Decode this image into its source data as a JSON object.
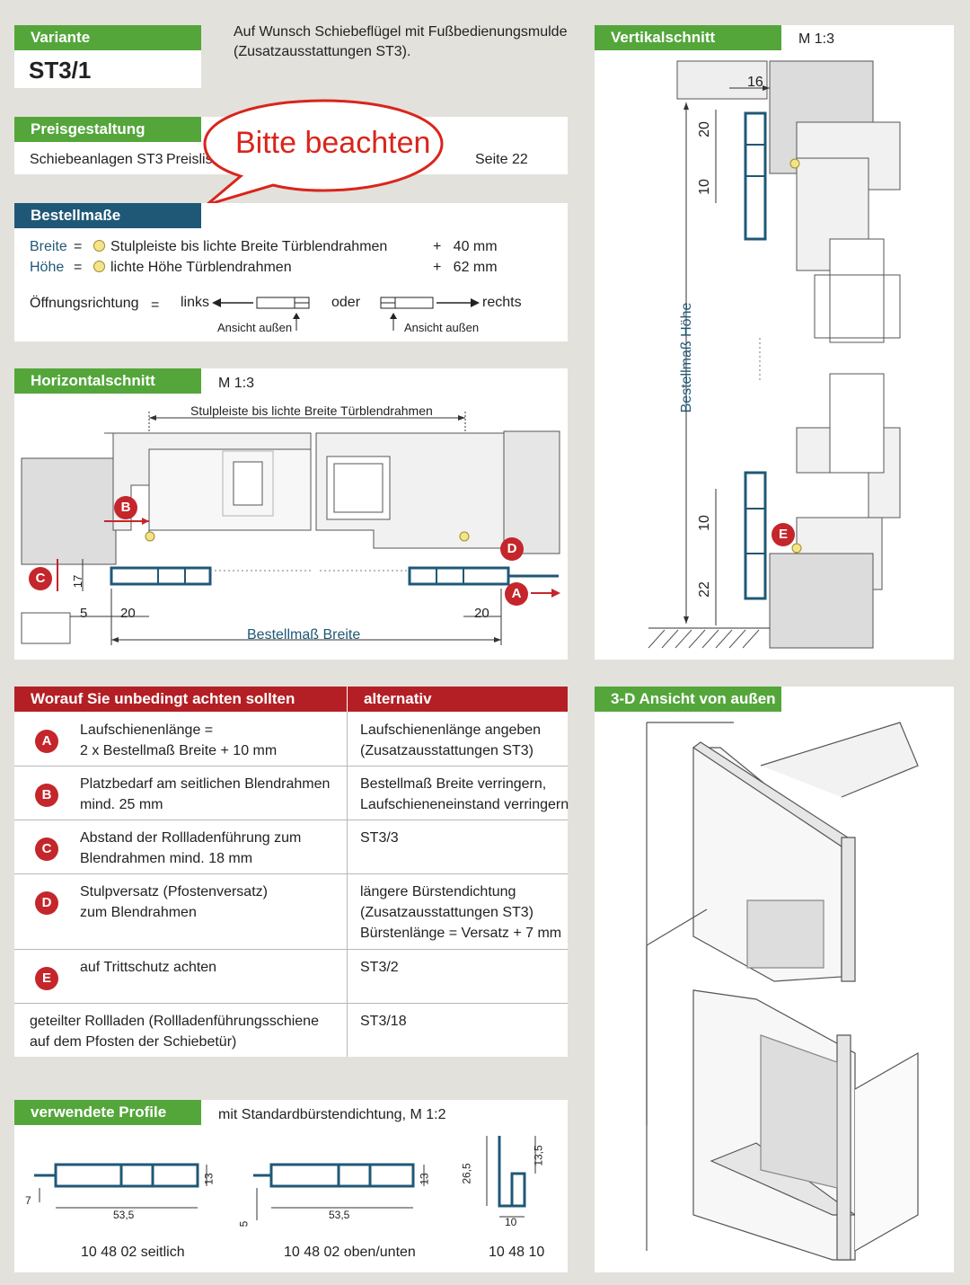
{
  "variante": {
    "header": "Variante",
    "code": "ST3/1"
  },
  "intro_text": {
    "line1": "Auf Wunsch Schiebeflügel mit Fußbedienungsmulde",
    "line2": "(Zusatzausstattungen ST3)."
  },
  "preis": {
    "header": "Preisgestaltung",
    "item": "Schiebeanlagen ST3",
    "list": "Preisliste",
    "page_label": "Seite",
    "page": "22"
  },
  "callout": "Bitte beachten",
  "bestell": {
    "header": "Bestellmaße",
    "breite_label": "Breite",
    "hoehe_label": "Höhe",
    "equals": "=",
    "breite_desc": "Stulpleiste bis lichte Breite Türblendrahmen",
    "hoehe_desc": "lichte Höhe Türblendrahmen",
    "breite_add": "+   40 mm",
    "hoehe_add": "+   62 mm",
    "oeffnung_label": "Öffnungsrichtung",
    "links": "links",
    "oder": "oder",
    "rechts": "rechts",
    "ansicht": "Ansicht außen"
  },
  "horizontal": {
    "header": "Horizontalschnitt",
    "scale": "M 1:3",
    "top_dim": "Stulpleiste bis lichte Breite Türblendrahmen",
    "dim_17": "17",
    "dim_5": "5",
    "dim_20a": "20",
    "dim_20b": "20",
    "bottom_dim": "Bestellmaß Breite"
  },
  "vertikal": {
    "header": "Vertikalschnitt",
    "scale": "M 1:3",
    "dim_16": "16",
    "dim_20": "20",
    "dim_10a": "10",
    "dim_10b": "10",
    "dim_22": "22",
    "side_dim": "Bestellmaß Höhe"
  },
  "achten": {
    "header_left": "Worauf Sie unbedingt achten sollten",
    "header_right": "alternativ",
    "rows": [
      {
        "badge": "A",
        "left1": "Laufschienenlänge =",
        "left2": "2 x Bestellmaß Breite + 10 mm",
        "right1": "Laufschienenlänge angeben",
        "right2": "(Zusatzausstattungen ST3)",
        "right3": ""
      },
      {
        "badge": "B",
        "left1": "Platzbedarf am seitlichen Blendrahmen",
        "left2": "mind. 25 mm",
        "right1": "Bestellmaß Breite verringern,",
        "right2": "Laufschieneneinstand verringern",
        "right3": ""
      },
      {
        "badge": "C",
        "left1": "Abstand der Rollladenführung zum",
        "left2": "Blendrahmen mind. 18 mm",
        "right1": "ST3/3",
        "right2": "",
        "right3": ""
      },
      {
        "badge": "D",
        "left1": "Stulpversatz (Pfostenversatz)",
        "left2": "zum Blendrahmen",
        "right1": "längere Bürstendichtung",
        "right2": "(Zusatzausstattungen ST3)",
        "right3": "Bürstenlänge = Versatz + 7 mm"
      },
      {
        "badge": "E",
        "left1": "auf Trittschutz achten",
        "left2": "",
        "right1": "ST3/2",
        "right2": "",
        "right3": ""
      },
      {
        "badge": "",
        "left1": "geteilter Rollladen (Rollladenführungsschiene",
        "left2": "auf dem Pfosten der Schiebetür)",
        "right1": "ST3/18",
        "right2": "",
        "right3": ""
      }
    ]
  },
  "ansicht3d": {
    "header": "3-D Ansicht von außen"
  },
  "profile": {
    "header": "verwendete Profile",
    "note": "mit Standardbürstendichtung, M 1:2",
    "p1": {
      "label": "10 48 02 seitlich",
      "w": "53,5",
      "h": "13",
      "d": "7"
    },
    "p2": {
      "label": "10 48 02 oben/unten",
      "w": "53,5",
      "h": "13",
      "d": "5"
    },
    "p3": {
      "label": "10 48 10",
      "h1": "26,5",
      "h2": "13,5",
      "w": "10"
    }
  },
  "colors": {
    "green": "#54a63b",
    "blue": "#1f5877",
    "red": "#b31f24",
    "profile": "#1f5877",
    "badge": "#c4262b"
  }
}
